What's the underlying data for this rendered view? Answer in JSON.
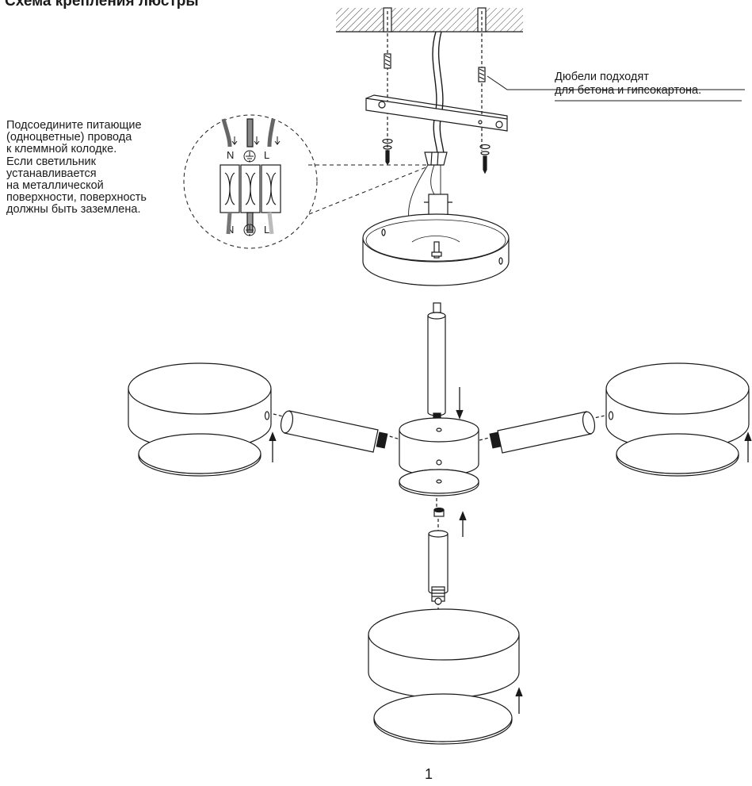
{
  "title": "Схема крепления люстры",
  "wiring_note": [
    "Подсоедините питающие",
    "(одноцветные) провода",
    "к клеммной колодке.",
    "Если светильник",
    "устанавливается",
    "на металлической",
    "поверхности, поверхность",
    "должны быть заземлена."
  ],
  "terminal_labels": {
    "n": "N",
    "l": "L"
  },
  "dowel_note": [
    "Дюбели подходят",
    "для бетона и гипсокартона."
  ],
  "page_number": "1",
  "icons": {
    "ground": "ground-symbol-icon",
    "arrow": "assembly-arrow-icon"
  }
}
